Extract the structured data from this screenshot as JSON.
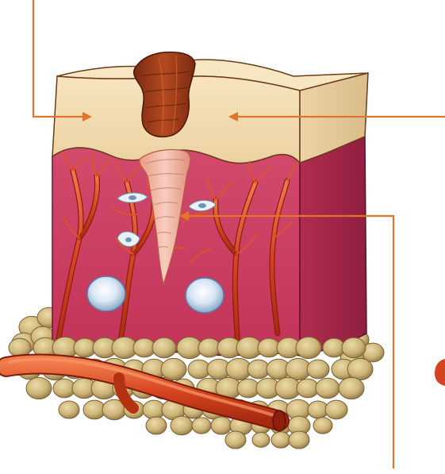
{
  "diagram": {
    "subject": "skin-wound-cross-section",
    "colors": {
      "epidermis": "#f3ddb0",
      "epidermis_shade": "#e2c594",
      "dermis": "#c93a5f",
      "dermis_dark": "#9f2447",
      "fat_lobule": "#c9b073",
      "fat_light": "#e2cf98",
      "vessel": "#c73a1a",
      "vessel_light": "#e86a3c",
      "scab": "#9a3a16",
      "granulation": "#f1b8a4",
      "callout_line": "#e0742a"
    },
    "callouts": [
      {
        "target": "epidermis-left"
      },
      {
        "target": "epidermis-right"
      },
      {
        "target": "wound-dermis"
      }
    ]
  }
}
